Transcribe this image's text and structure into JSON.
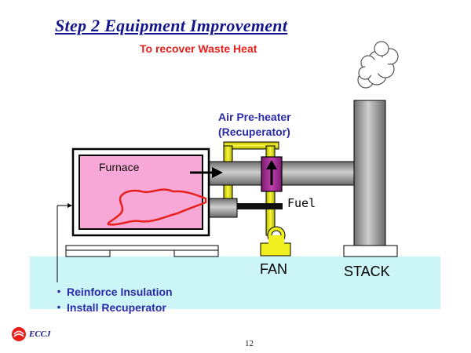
{
  "title": "Step 2  Equipment Improvement",
  "subtitle": "To recover Waste Heat",
  "labels": {
    "air_preheater_line1": "Air Pre-heater",
    "air_preheater_line2": "(Recuperator)",
    "furnace": "Furnace",
    "fuel": "Fuel",
    "fan": "FAN",
    "stack": "STACK"
  },
  "bullets": [
    {
      "marker": "・",
      "text": "Reinforce Insulation"
    },
    {
      "marker": "・",
      "text": "Install Recuperator"
    }
  ],
  "logo": {
    "text": "ECCJ"
  },
  "page_number": "12",
  "colors": {
    "title": "#14148c",
    "subtitle": "#e8201c",
    "label_blue": "#2a2aa8",
    "floor": "#ccf5f8",
    "furnace_inner": "#f7a8d6",
    "flame": "#e8201c",
    "duct": "#9a9a9a",
    "air_pipe": "#ecec10",
    "recuperator": "#a02890"
  }
}
